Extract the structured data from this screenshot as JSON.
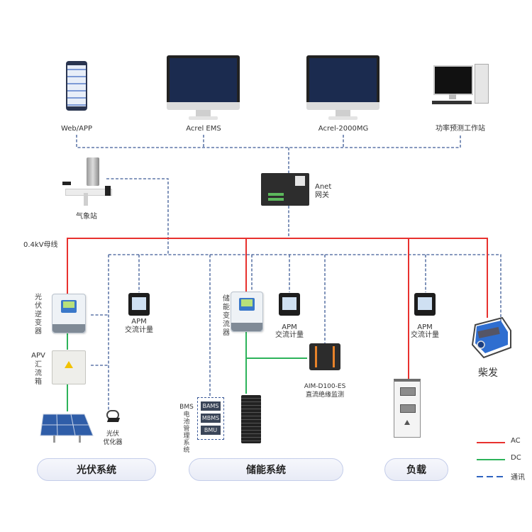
{
  "colors": {
    "ac": "#e8312e",
    "dc": "#2db35a",
    "comm": "#3d5a96"
  },
  "top_nodes": [
    {
      "label": "Web/APP",
      "icon": "smartphone-icon"
    },
    {
      "label": "Acrel EMS",
      "icon": "monitor-icon"
    },
    {
      "label": "Acrel-2000MG",
      "icon": "monitor-icon"
    },
    {
      "label": "功率预测工作站",
      "icon": "desktop-pc-icon"
    }
  ],
  "weather_station": {
    "label": "气象站"
  },
  "gateway": {
    "line1": "Anet",
    "line2": "网关"
  },
  "bus": {
    "label": "0.4kV母线"
  },
  "pv": {
    "inverter_label": "光伏逆变器",
    "combiner_label_top": "APV",
    "combiner_label": "汇流箱",
    "meter_line1": "APM",
    "meter_line2": "交流计量",
    "optimizer_line1": "光伏",
    "optimizer_line2": "优化器",
    "system_label": "光伏系统"
  },
  "storage": {
    "pcs_label": "储能变流器",
    "meter_line1": "APM",
    "meter_line2": "交流计量",
    "bms_label_top": "BMS",
    "bms_label": "电池管理系统",
    "bms_items": [
      "BAMS",
      "MBMS",
      "BMU"
    ],
    "aim_line1": "AIM-D100-ES",
    "aim_line2": "直流绝缘监测",
    "system_label": "储能系统"
  },
  "load": {
    "meter_line1": "APM",
    "meter_line2": "交流计量",
    "generator_label": "柴发",
    "system_label": "负载"
  },
  "legend": [
    {
      "label": "AC",
      "style": "solid",
      "color": "#e8312e"
    },
    {
      "label": "DC",
      "style": "solid",
      "color": "#2db35a"
    },
    {
      "label": "通讯",
      "style": "dashed",
      "color": "#2f64c0"
    }
  ]
}
